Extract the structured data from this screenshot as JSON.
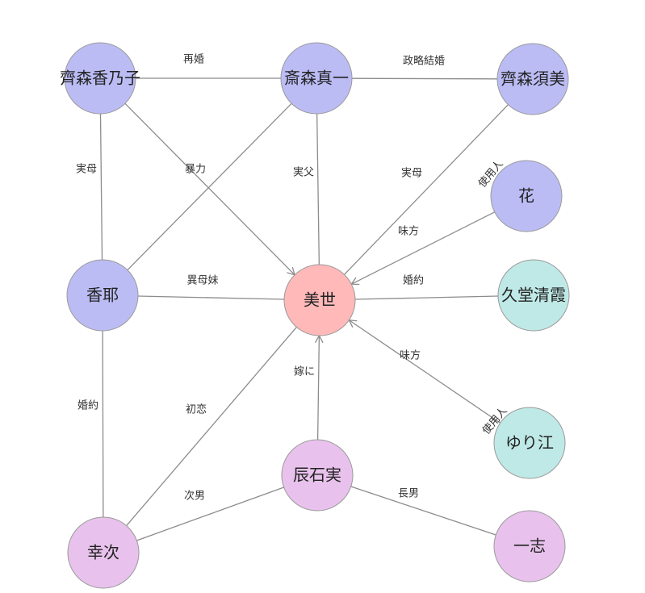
{
  "colors": {
    "family_saimori": "#bcbcf5",
    "protagonist": "#ffb9b9",
    "kudou_side": "#bfe9e6",
    "tatsuishi_family": "#e8c2ec",
    "edge": "#8c8c8c"
  },
  "nodes": [
    {
      "id": "kanoko",
      "label": "齊森香乃子",
      "group": "family_saimori"
    },
    {
      "id": "shinichi",
      "label": "斎森真一",
      "group": "family_saimori"
    },
    {
      "id": "sumi",
      "label": "齊森須美",
      "group": "family_saimori"
    },
    {
      "id": "hana",
      "label": "花",
      "group": "family_saimori"
    },
    {
      "id": "kaya",
      "label": "香耶",
      "group": "family_saimori"
    },
    {
      "id": "miyo",
      "label": "美世",
      "group": "protagonist"
    },
    {
      "id": "kiyoka",
      "label": "久堂清霞",
      "group": "kudou_side"
    },
    {
      "id": "yurie",
      "label": "ゆり江",
      "group": "kudou_side"
    },
    {
      "id": "minoru",
      "label": "辰石実",
      "group": "tatsuishi_family"
    },
    {
      "id": "koji",
      "label": "幸次",
      "group": "tatsuishi_family"
    },
    {
      "id": "kazushi",
      "label": "一志",
      "group": "tatsuishi_family"
    }
  ],
  "edges": [
    {
      "from": "kanoko",
      "to": "shinichi",
      "label": "再婚",
      "arrow": false
    },
    {
      "from": "shinichi",
      "to": "sumi",
      "label": "政略結婚",
      "arrow": false
    },
    {
      "from": "kanoko",
      "to": "kaya",
      "label": "実母",
      "arrow": false
    },
    {
      "from": "kanoko",
      "to": "miyo",
      "label": "暴力",
      "arrow": true
    },
    {
      "from": "shinichi",
      "to": "kaya",
      "label": "",
      "arrow": false
    },
    {
      "from": "shinichi",
      "to": "miyo",
      "label": "実父",
      "arrow": false
    },
    {
      "from": "sumi",
      "to": "miyo",
      "label": "実母",
      "arrow": false
    },
    {
      "from": "hana",
      "to": "miyo",
      "label": "味方",
      "arrow": true
    },
    {
      "from": "kaya",
      "to": "miyo",
      "label": "異母妹",
      "arrow": false
    },
    {
      "from": "miyo",
      "to": "kiyoka",
      "label": "婚約",
      "arrow": false
    },
    {
      "from": "yurie",
      "to": "miyo",
      "label": "味方",
      "arrow": true
    },
    {
      "from": "kaya",
      "to": "koji",
      "label": "婚約",
      "arrow": false
    },
    {
      "from": "koji",
      "to": "miyo",
      "label": "初恋",
      "arrow": false
    },
    {
      "from": "minoru",
      "to": "miyo",
      "label": "嫁に",
      "arrow": true
    },
    {
      "from": "minoru",
      "to": "koji",
      "label": "次男",
      "arrow": false
    },
    {
      "from": "minoru",
      "to": "kazushi",
      "label": "長男",
      "arrow": false
    },
    {
      "from": "kiyoka",
      "to": "hana",
      "label": "使用人",
      "arrow": false
    },
    {
      "from": "kiyoka",
      "to": "yurie",
      "label": "使用人",
      "arrow": false
    }
  ]
}
